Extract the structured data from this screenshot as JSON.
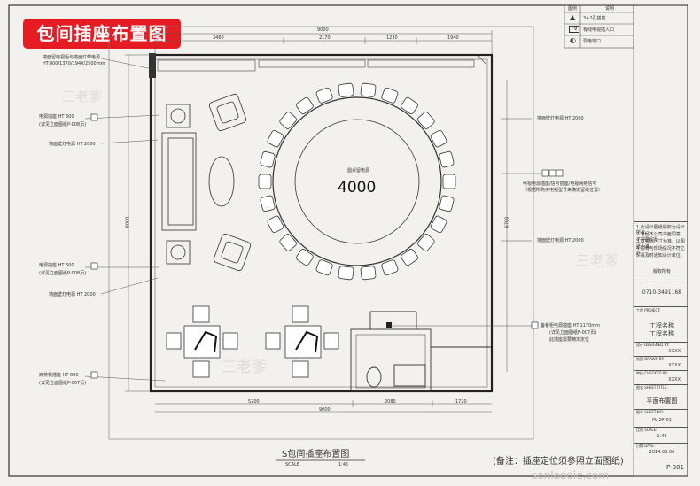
{
  "title_badge": "包间插座布置图",
  "dims": {
    "top_total": "9000",
    "top_segments": [
      "3460",
      "2170",
      "1230",
      "1940"
    ],
    "bottom_total": "9000",
    "bottom_segments": [
      "5200",
      "2080",
      "1720"
    ],
    "left_total": "8000",
    "right_total": "6700"
  },
  "table": {
    "label": "圆桌留电源",
    "size": "4000"
  },
  "annotations": {
    "tv_socket_1": "墙面留电视柜与墙画灯带电源",
    "tv_socket_2": "HT:800/1370/1940/2500mm",
    "left_socket_1a": "电源插座  HT 600",
    "left_socket_1b": "(详见立面图纸P-008页)",
    "left_wall_lamp_1": "墙面壁灯电源  HT 2000",
    "left_socket_2a": "电源插座  HT 600",
    "left_socket_2b": "(详见立面图纸P-008页)",
    "left_wall_lamp_2": "墙面壁灯电源  HT 2000",
    "mahjong_a": "麻将机插座  HT 600",
    "mahjong_b": "(详见立面图纸P-007页)",
    "right_wall_lamp_1": "墙面壁灯电源  HT 2000",
    "right_tv_a": "电视电源插座/信号插座/电视网络信号",
    "right_tv_b": "（根据所购买电视型号来确定留线位置）",
    "right_wall_lamp_2": "墙面壁灯电源  HT 2000",
    "counter_a": "备餐柜电源插座  HT:1170mm",
    "counter_b": "(详见立面图纸P-007页)",
    "counter_c": "此插座需要精准定位"
  },
  "legend": {
    "header_symbol": "图例",
    "header_desc": "说明",
    "rows": [
      "3+2孔插座",
      "有线电视插入口",
      "弱电端口"
    ]
  },
  "title_block": {
    "notes": [
      "1.此设计图纸版权为设计所有，",
      "2.未经本公司书面同意，不得翻印及",
      "3.以实际尺寸为准，以图纸为准。",
      "4.如有与现场情况不符之处，",
      "5.请及时通知设计单位。",
      "版权所有"
    ],
    "phone": "0710-3491168",
    "project_label": "工程 PROJECT:",
    "project_name_1": "工程名称",
    "project_name_2": "工程名称",
    "design_label": "设计 DESIGNED BY:",
    "design_value": "XXXX",
    "draw_label": "制图 DRAWN BY:",
    "draw_value": "XXXX",
    "check_label": "审核 CHECKED BY:",
    "check_value": "XXXX",
    "sheet_label": "图名 SHEET TITLE:",
    "sheet_title": "平面布置图",
    "number_label": "图号 SHEET NO:",
    "number": "PL-2F-01",
    "scale_label": "比例 SCALE:",
    "scale": "1:40",
    "date_label": "日期 DATE:",
    "date": "2014.03.06",
    "page": "P-001"
  },
  "footer": {
    "drawing_title": "S包间插座布置图",
    "scale_word": "SCALE",
    "scale_value": "1:45",
    "note": "(备注：插座定位须参照立面图纸)"
  },
  "watermark": "三老爹",
  "site_watermark": "sanlaodie.com"
}
